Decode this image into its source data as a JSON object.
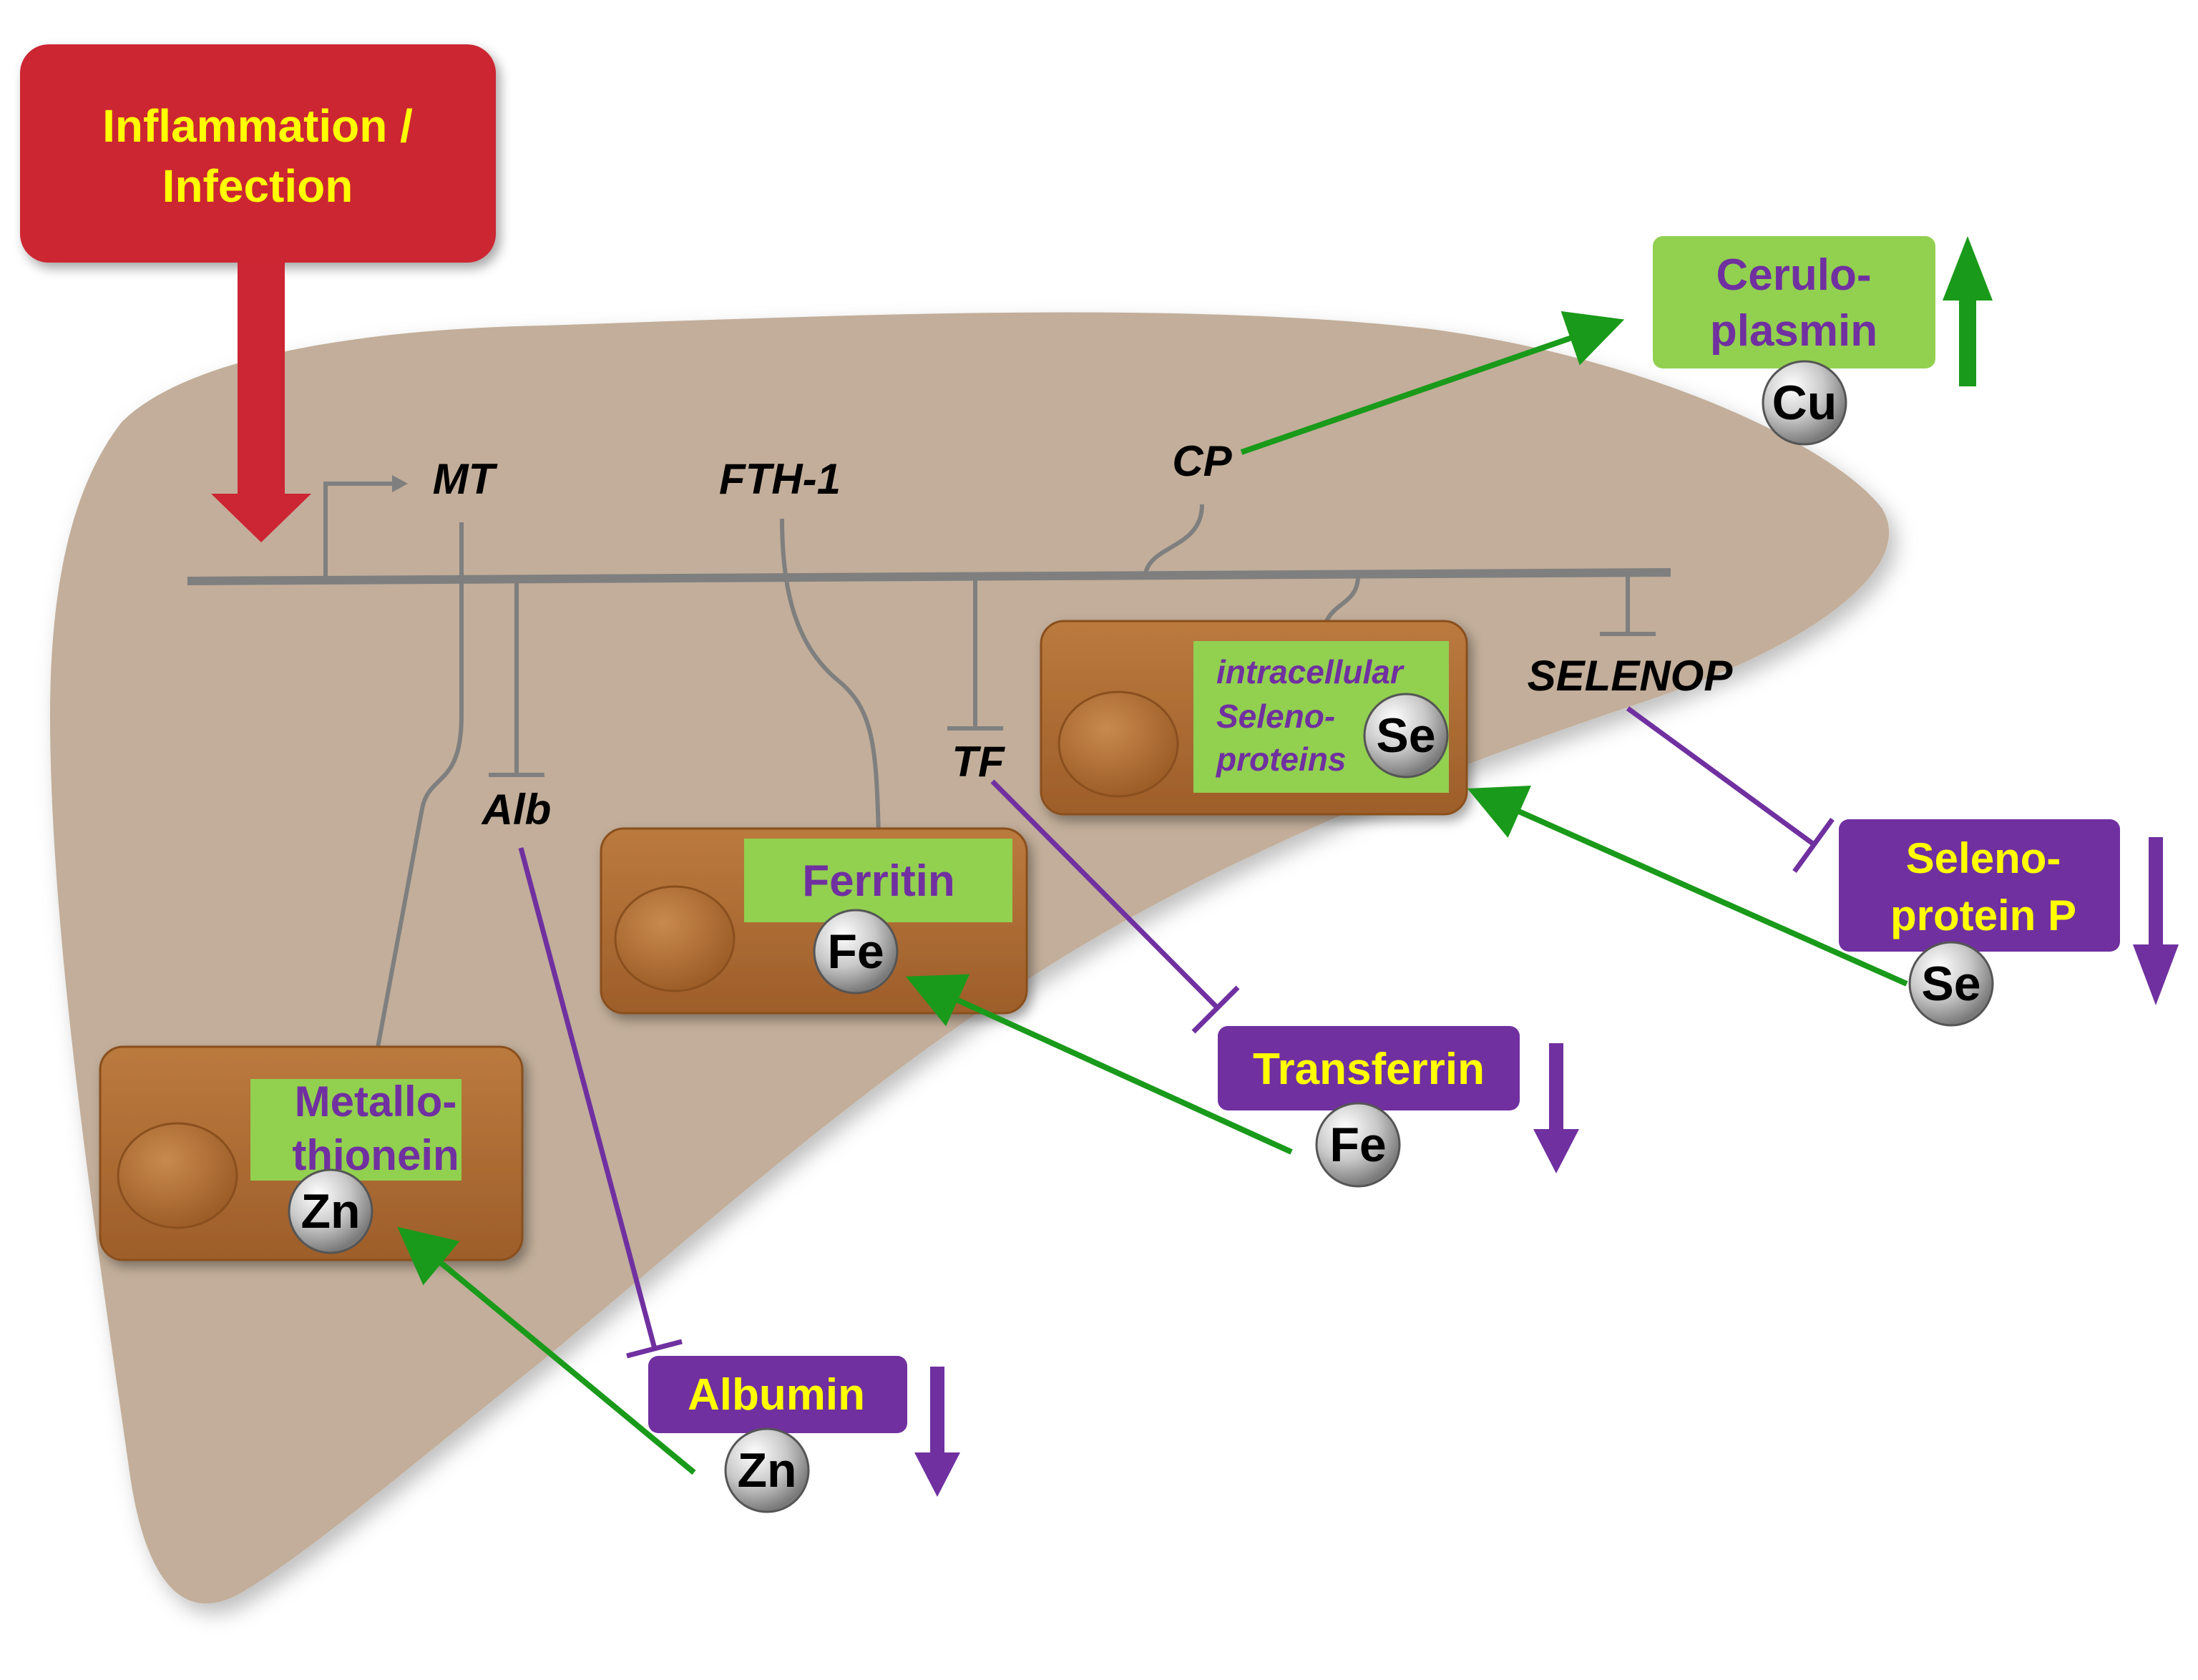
{
  "trigger": {
    "line1": "Inflammation  /",
    "line2": "Infection"
  },
  "genes": {
    "mt": "MT",
    "fth1": "FTH-1",
    "cp": "CP",
    "alb": "Alb",
    "tf": "TF",
    "selenop": "SELENOP"
  },
  "intracellular_proteins": {
    "metallothionein": {
      "line1": "Metallo-",
      "line2": "thionein",
      "metal": "Zn"
    },
    "ferritin": {
      "line1": "Ferritin",
      "metal": "Fe"
    },
    "selenoproteins": {
      "line1": "intracellular",
      "line2": "Seleno-",
      "line3": "proteins",
      "metal": "Se"
    }
  },
  "serum_proteins": {
    "ceruloplasmin": {
      "line1": "Cerulo-",
      "line2": "plasmin",
      "metal": "Cu",
      "trend": "up"
    },
    "selenoprotein_p": {
      "line1": "Seleno-",
      "line2": "protein P",
      "metal": "Se",
      "trend": "down"
    },
    "transferrin": {
      "line1": "Transferrin",
      "metal": "Fe",
      "trend": "down"
    },
    "albumin": {
      "line1": "Albumin",
      "metal": "Zn",
      "trend": "down"
    }
  },
  "colors": {
    "trigger_box": "#cc2533",
    "trigger_text": "#ffff00",
    "liver": "#c2ae9a",
    "cell": "#b06e35",
    "green_box": "#92d050",
    "green_text": "#7030a0",
    "purple_box": "#7030a0",
    "purple_text": "#ffff00",
    "activation": "#1a9a1a",
    "inhibition": "#7030a0",
    "dna": "#7f7f7f"
  }
}
